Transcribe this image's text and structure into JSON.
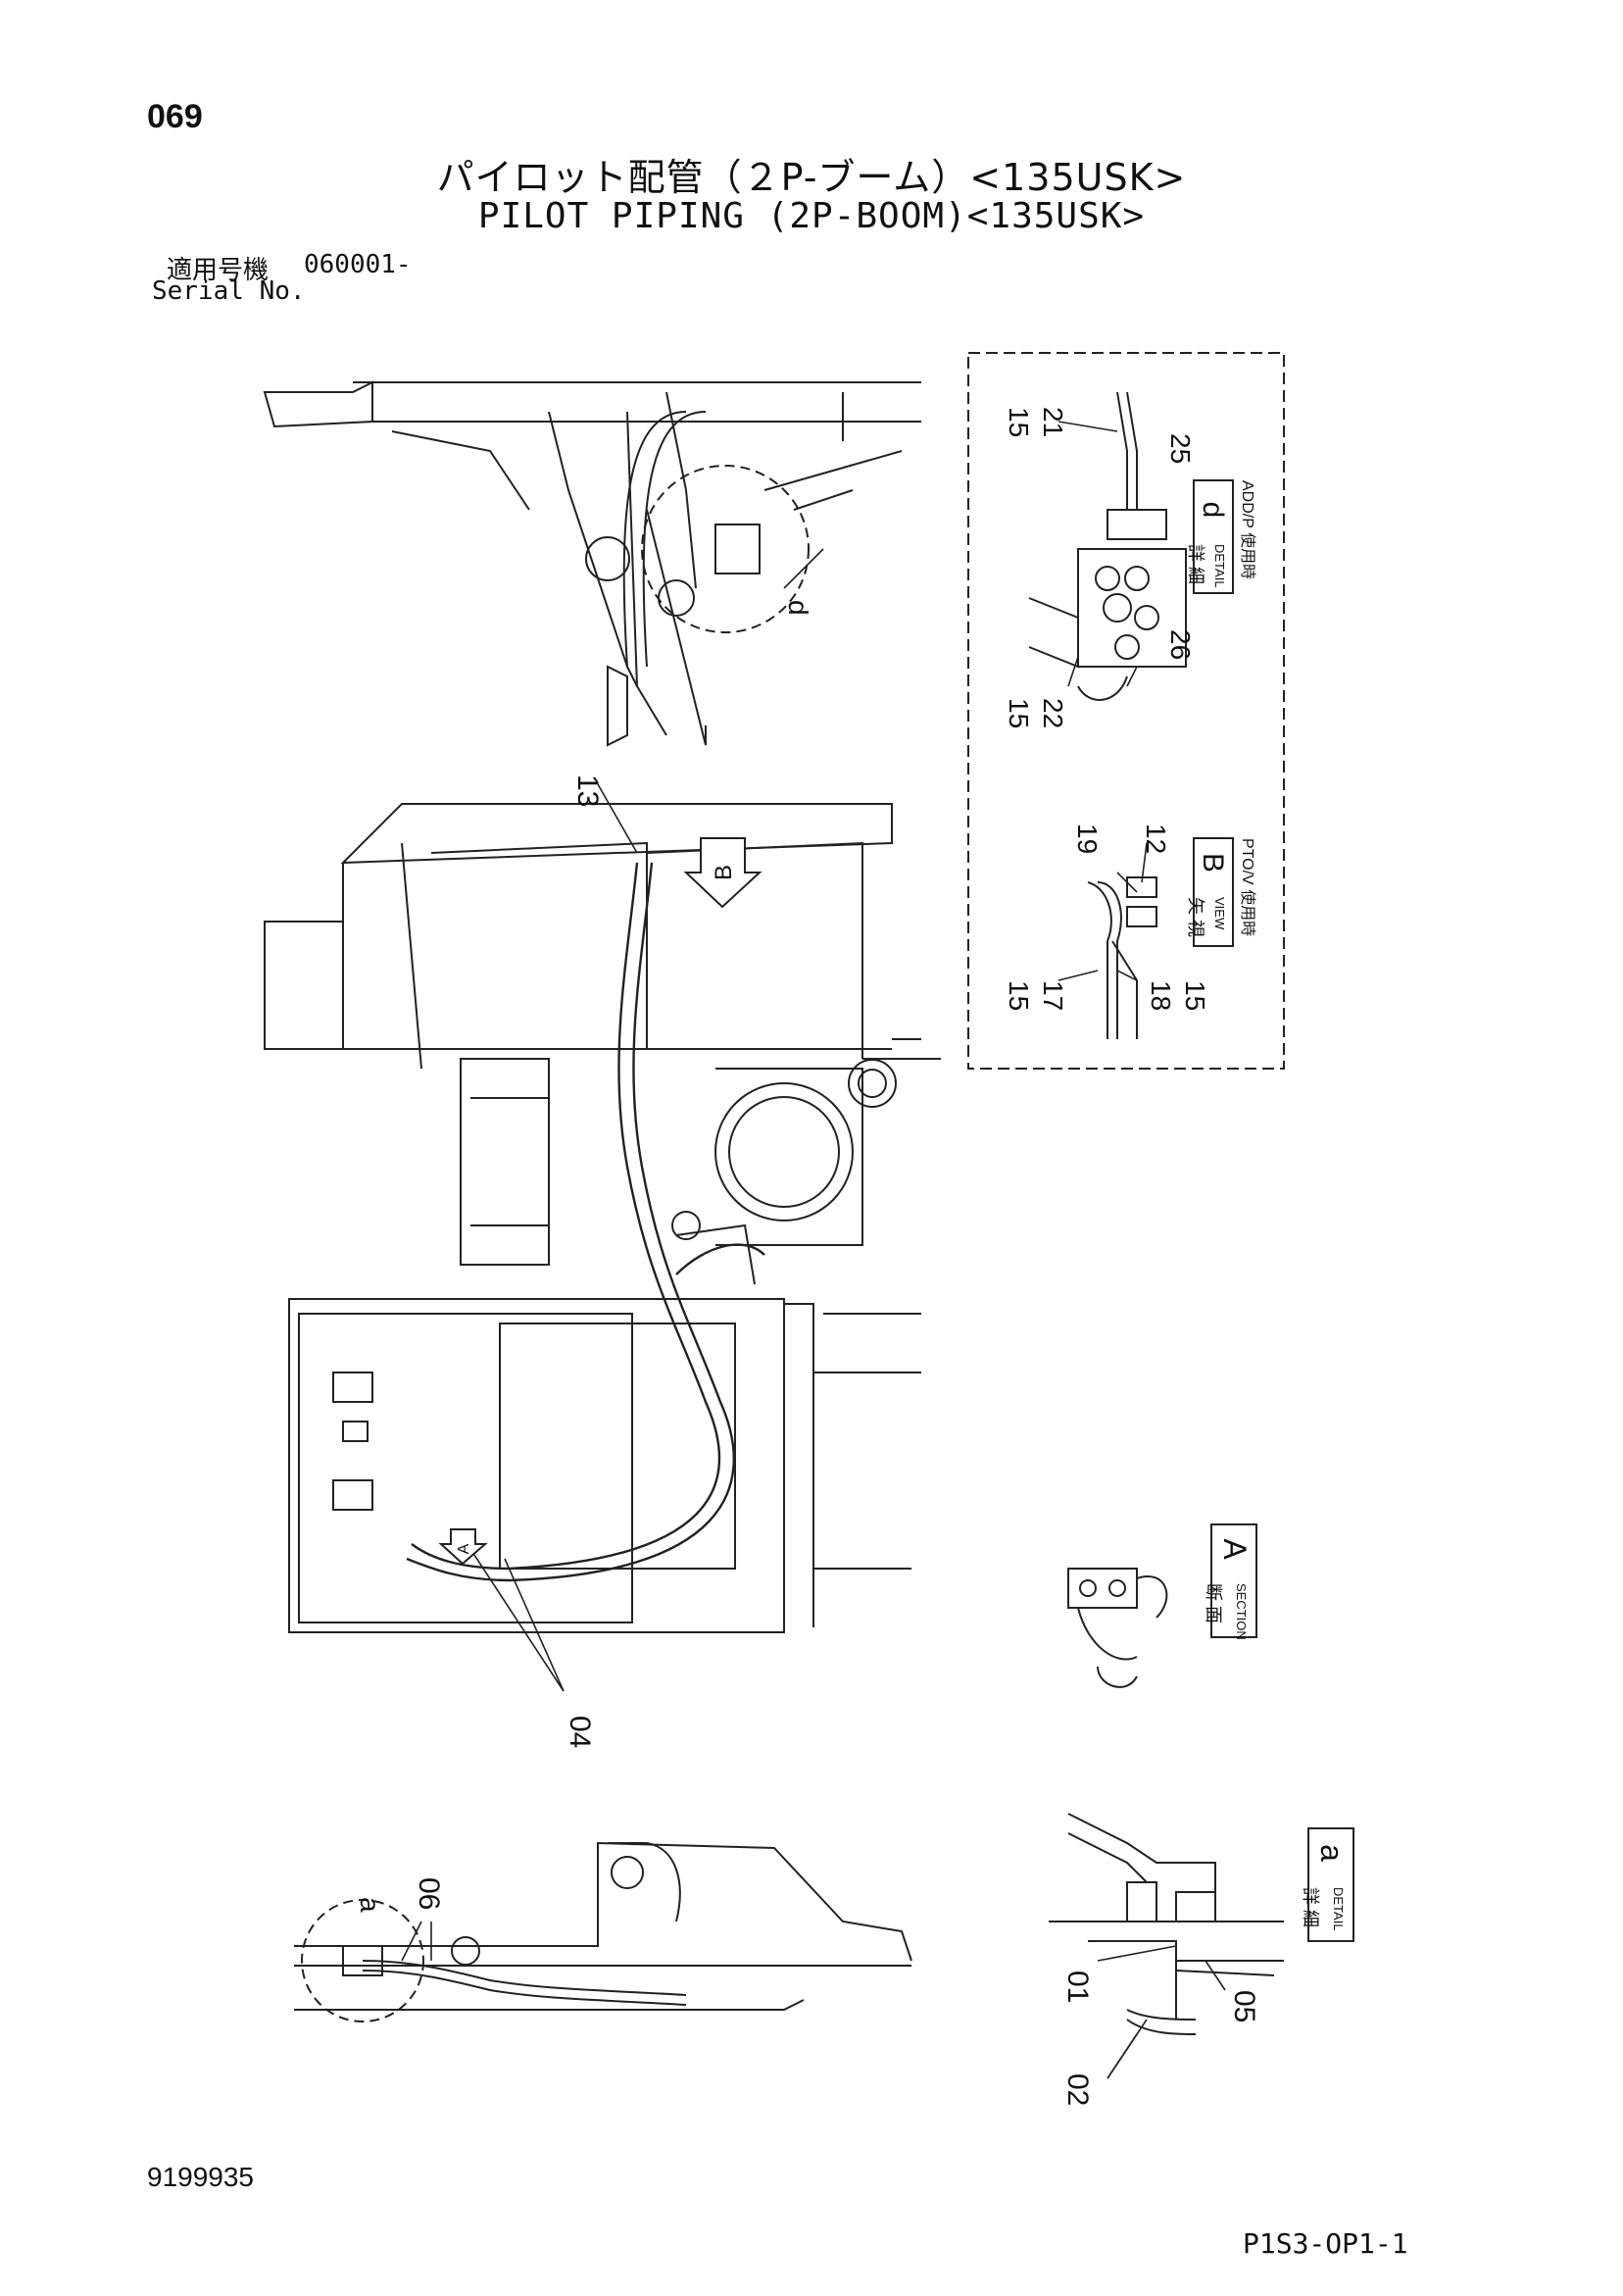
{
  "header": {
    "page_number": "069",
    "title_jp": "パイロット配管（２P-ブーム）<135USK>",
    "title_en": "PILOT PIPING (2P-BOOM)<135USK>",
    "serial_label_jp": "適用号機",
    "serial_value": "060001-",
    "serial_label_en": "Serial No."
  },
  "footer": {
    "document_number": "9199935",
    "sheet_code": "P1S3-OP1-1"
  },
  "callouts": {
    "c13": "13",
    "c04": "04",
    "c06": "06",
    "c_a": "a",
    "c_d": "d",
    "c01": "01",
    "c02": "02",
    "c05": "05",
    "c12": "12",
    "c19": "19",
    "c17": "17",
    "c18": "18",
    "c15a": "15",
    "c15b": "15",
    "c15c": "15",
    "c15d": "15",
    "c21": "21",
    "c22": "22",
    "c25": "25",
    "c26": "26"
  },
  "labels": {
    "detail_d": {
      "jp": "詳 細",
      "en": "DETAIL",
      "letter": "d",
      "note": "ADD/P 使用時"
    },
    "view_b": {
      "jp": "矢 視",
      "en": "VIEW",
      "letter": "B",
      "note": "PTO/V 使用時"
    },
    "section_a": {
      "jp": "断 面",
      "en": "SECTION",
      "letter": "A"
    },
    "detail_a": {
      "jp": "詳 細",
      "en": "DETAIL",
      "letter": "a"
    },
    "marker_b": "B",
    "marker_a": "A"
  }
}
